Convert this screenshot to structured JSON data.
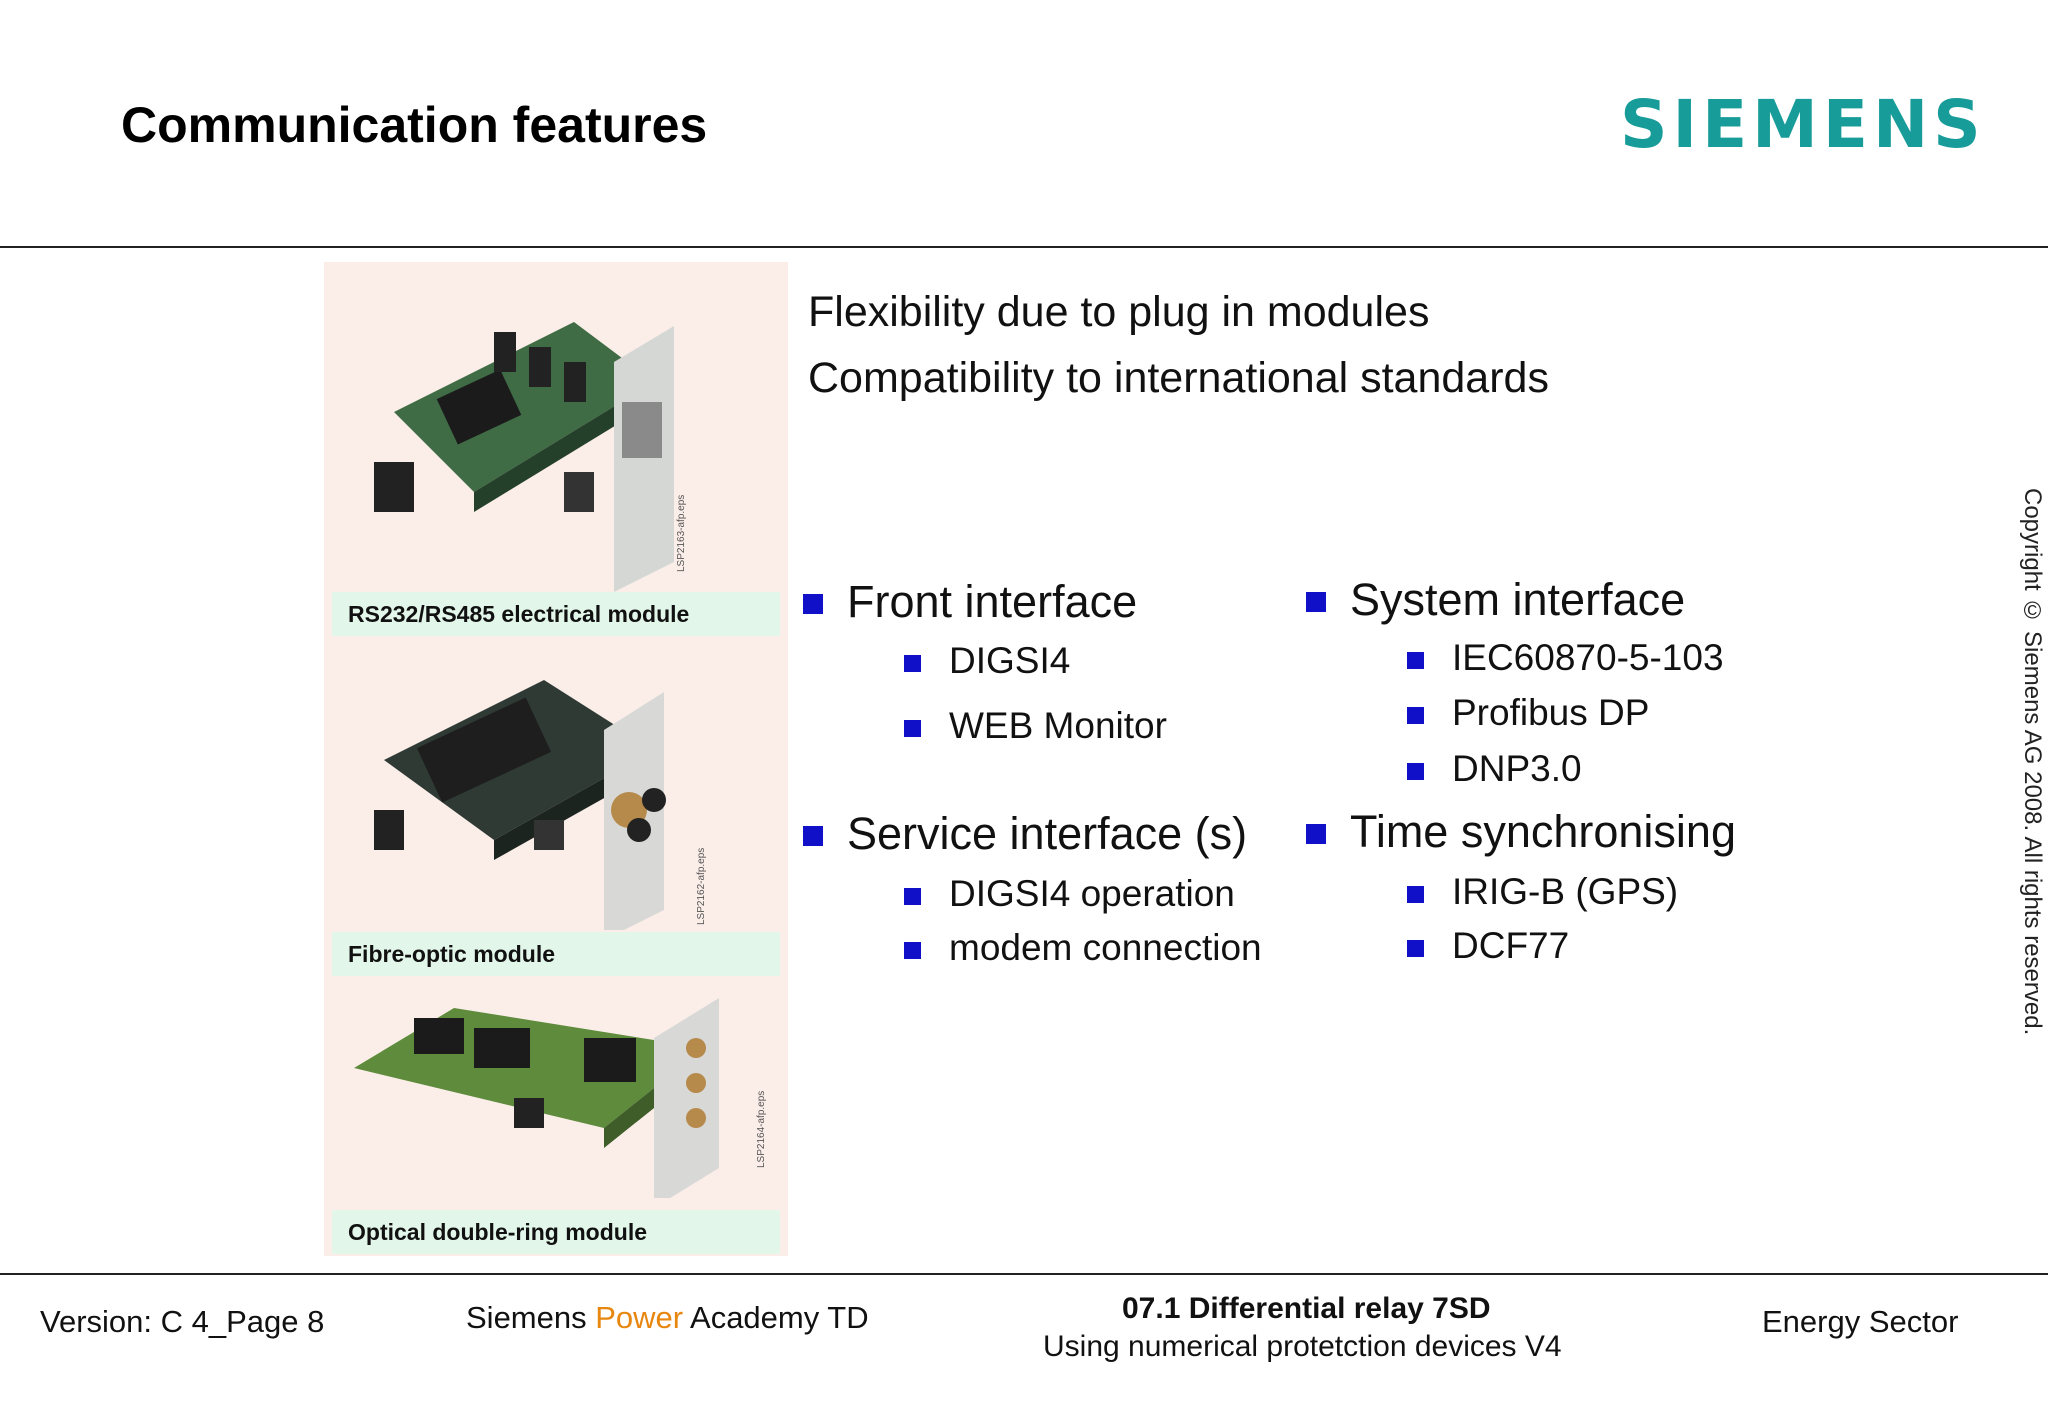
{
  "header": {
    "title": "Communication features",
    "logo_text": "SIEMENS",
    "logo_color": "#179c9a"
  },
  "modules": [
    {
      "label": "RS232/RS485 electrical module",
      "code": "LSP2163-afp.eps"
    },
    {
      "label": "Fibre-optic module",
      "code": "LSP2162-afp.eps"
    },
    {
      "label": "Optical double-ring module",
      "code": "LSP2164-afp.eps"
    }
  ],
  "intro": [
    "Flexibility due to plug in modules",
    "Compatibility to international standards"
  ],
  "features": {
    "front": {
      "title": "Front interface",
      "items": [
        "DIGSI4",
        "WEB Monitor"
      ]
    },
    "service": {
      "title": "Service interface (s)",
      "items": [
        "DIGSI4 operation",
        "modem connection"
      ]
    },
    "system": {
      "title": "System interface",
      "items": [
        "IEC60870-5-103",
        "Profibus DP",
        "DNP3.0"
      ]
    },
    "time": {
      "title": "Time synchronising",
      "items": [
        "IRIG-B (GPS)",
        "DCF77"
      ]
    }
  },
  "bullet_color": "#1010c8",
  "copyright": "Copyright © Siemens AG 2008. All rights reserved.",
  "footer": {
    "version": "Version: C 4_Page 8",
    "academy_before": "Siemens ",
    "academy_accent": "Power",
    "academy_after": " Academy TD",
    "course_title": "07.1 Differential relay 7SD",
    "course_subtitle": "Using numerical protetction devices V4",
    "sector": "Energy Sector",
    "accent_color": "#e8870f"
  }
}
